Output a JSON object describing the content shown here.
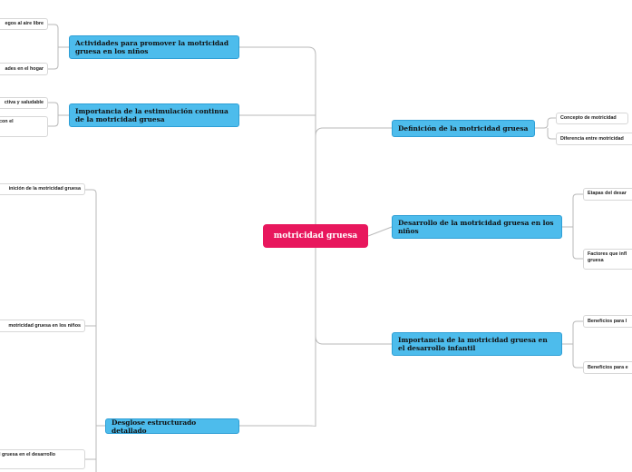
{
  "central": "motricidad gruesa",
  "left": [
    {
      "label": "Actividades para promover la motricidad gruesa en los niños",
      "children": [
        "egos al aire libre",
        "ades en el hogar"
      ]
    },
    {
      "label": "Importancia de la estimulación continua de la motricidad gruesa",
      "children": [
        "ctiva y saludable",
        "con el"
      ]
    },
    {
      "label": "Desglose estructurado detallado",
      "children": [
        "inición de la motricidad gruesa",
        "motricidad gruesa en los niños",
        "l gruesa en el desarrollo"
      ]
    }
  ],
  "right": [
    {
      "label": "Definición de la motricidad gruesa",
      "children": [
        "Concepto de motricidad",
        "Diferencia entre motricidad"
      ]
    },
    {
      "label": "Desarrollo de la motricidad gruesa en los niños",
      "children": [
        "Etapas del desar",
        "Factores que infl gruesa"
      ]
    },
    {
      "label": "Importancia de la motricidad gruesa en el desarrollo infantil",
      "children": [
        "Beneficios para l",
        "Beneficios para e"
      ]
    }
  ]
}
